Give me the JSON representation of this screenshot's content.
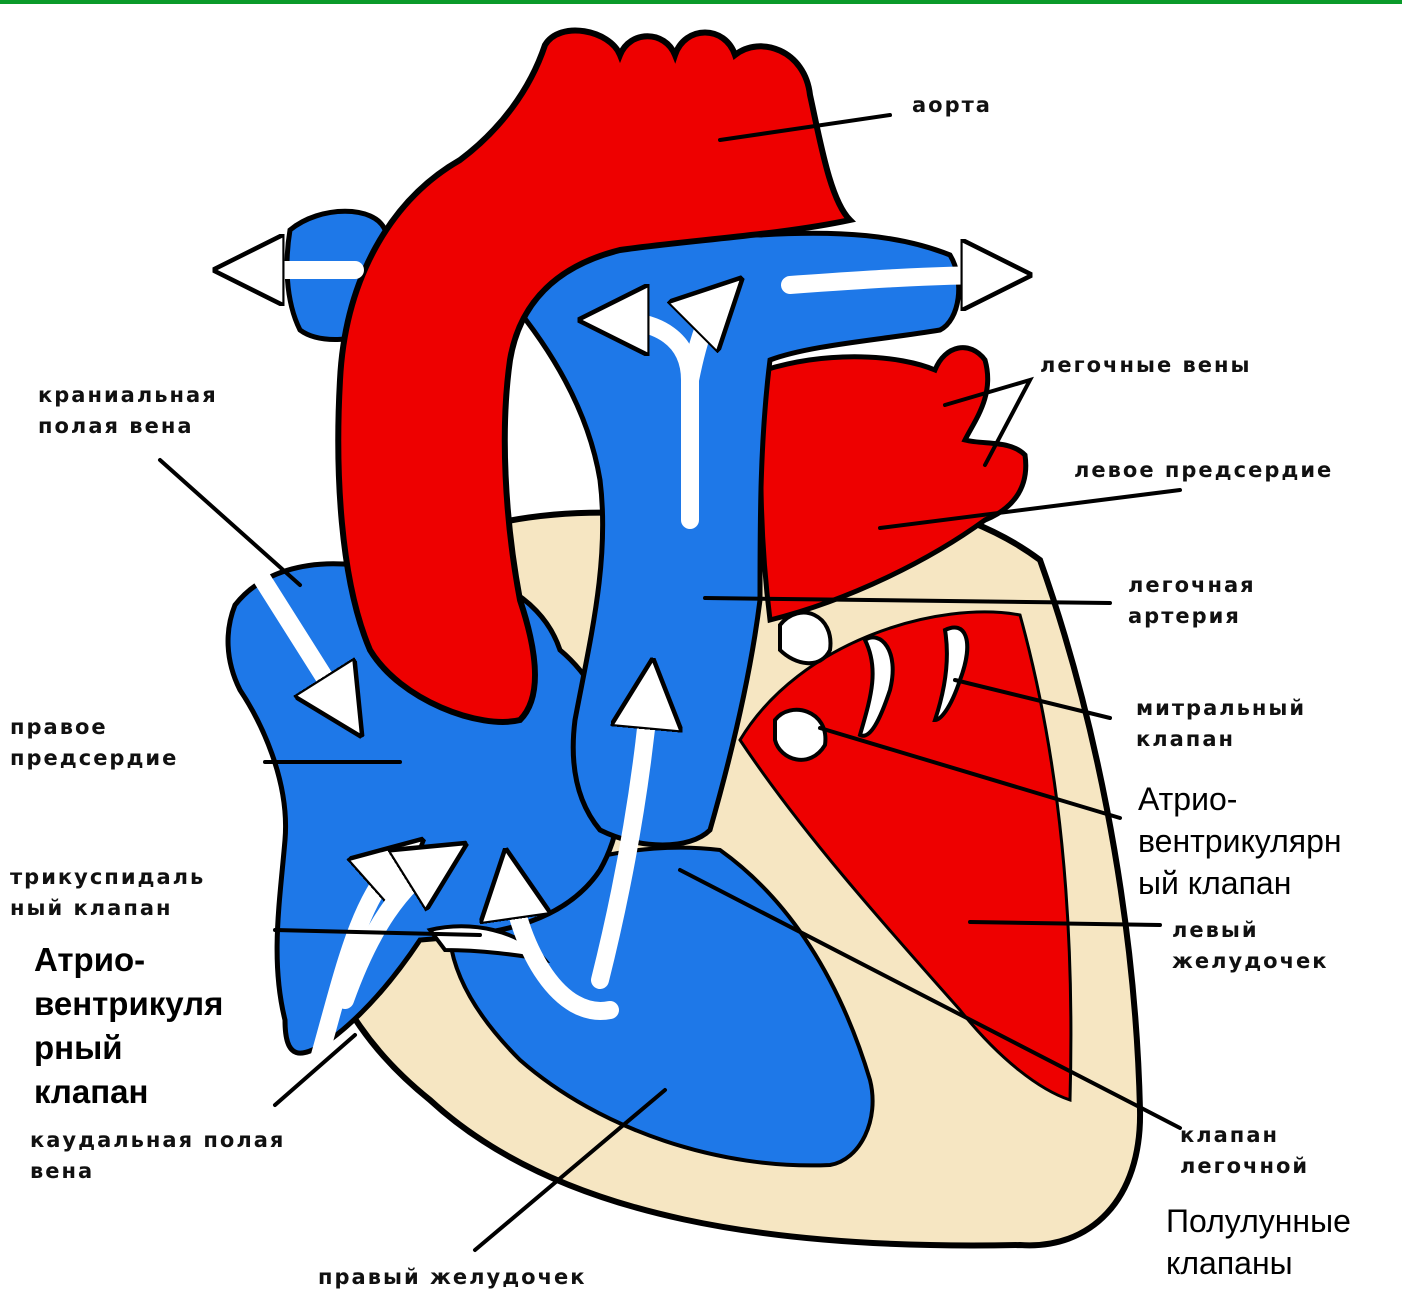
{
  "colors": {
    "arterial": "#ee0000",
    "venous": "#1e78e8",
    "wall": "#f6e6c2",
    "outline": "#000000",
    "top_bar": "#0a9a2a"
  },
  "labels": {
    "aorta": "аорта",
    "pulmonary_veins": "легочные вены",
    "left_atrium": "левое предсердие",
    "pulmonary_artery": "легочная\nартерия",
    "mitral_valve": "митральный\nклапан",
    "av_valve_right": "Атрио-\nвентрикулярн\nый клапан",
    "left_ventricle": "левый\nжелудочек",
    "pulmonary_valve": "клапан\nлегочной",
    "semilunar_valves": "Полулунные\nклапаны",
    "right_ventricle": "правый желудочек",
    "caudal_vena_cava": "каудальная полая\nвена",
    "av_valve_left": "Атрио-\nвентрикуля\nрный\nклапан",
    "tricuspid_valve": "трикуспидаль\nный клапан",
    "right_atrium": "правое\nпредсердие",
    "cranial_vena_cava": "краниальная\nполая вена"
  }
}
